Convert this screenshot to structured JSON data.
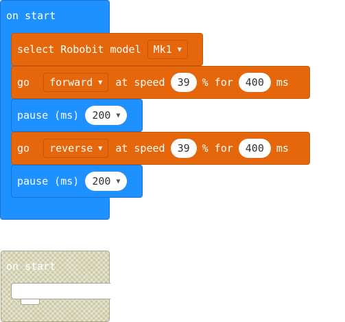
{
  "workspace": {
    "on_start_label": "on start",
    "blocks": {
      "select_model": {
        "label": "select Robobit model",
        "value": "Mk1"
      },
      "go_forward": {
        "go": "go",
        "direction": "forward",
        "at_speed": "at speed",
        "speed": "39",
        "pct_for": "% for",
        "duration": "400",
        "unit": "ms"
      },
      "pause_1": {
        "label": "pause (ms)",
        "value": "200"
      },
      "go_reverse": {
        "go": "go",
        "direction": "reverse",
        "at_speed": "at speed",
        "speed": "39",
        "pct_for": "% for",
        "duration": "400",
        "unit": "ms"
      },
      "pause_2": {
        "label": "pause (ms)",
        "value": "200"
      }
    },
    "disabled_on_start_label": "on start"
  },
  "colors": {
    "loops_blue": "#1e90ff",
    "robobit_orange": "#e5660b",
    "disabled_khaki": "#ccc8a4"
  }
}
